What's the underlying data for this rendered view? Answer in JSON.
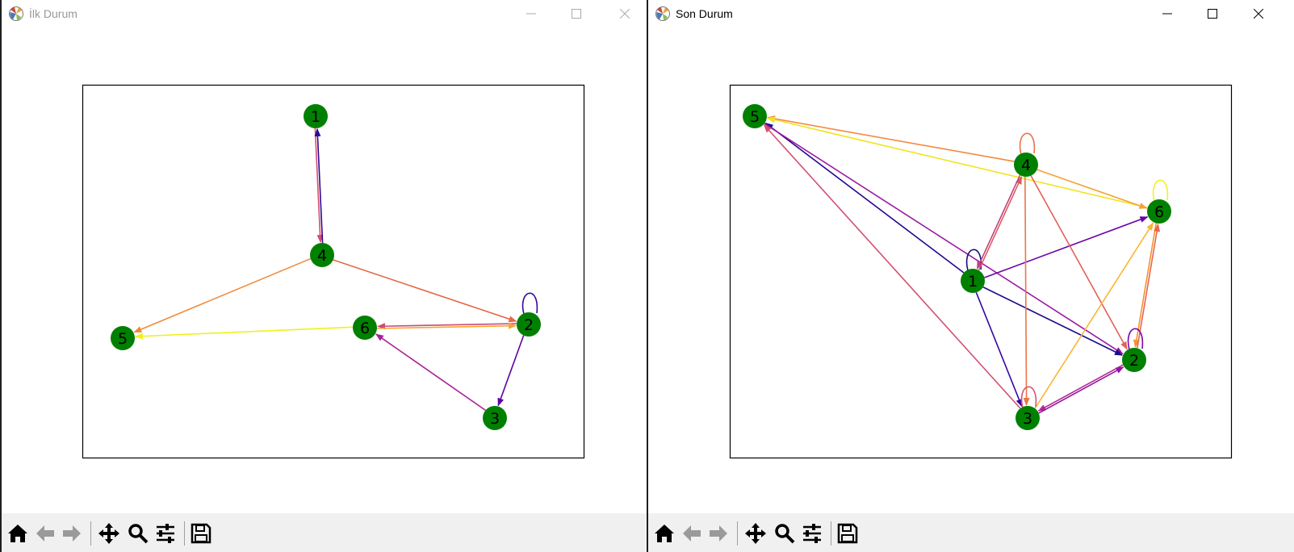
{
  "windows": {
    "left": {
      "title": "İlk Durum"
    },
    "right": {
      "title": "Son Durum"
    }
  },
  "icons": {
    "app": "matplotlib-figure-icon",
    "minimize": "minimize-icon",
    "maximize": "maximize-icon",
    "close": "close-icon",
    "toolbar": [
      "home-icon",
      "back-arrow-icon",
      "forward-arrow-icon",
      "pan-move-icon",
      "zoom-magnifier-icon",
      "configure-subplots-icon",
      "save-floppy-icon"
    ]
  },
  "colors": {
    "node_fill": "#008000",
    "edge_colormap": "plasma",
    "toolbar_bg": "#f0f0f0"
  },
  "diagrams": {
    "left": {
      "nodes": [
        "1",
        "2",
        "3",
        "4",
        "5",
        "6"
      ],
      "edges": [
        {
          "from": "1",
          "to": "4",
          "color": "#d44f70"
        },
        {
          "from": "4",
          "to": "1",
          "color": "#2d0a94"
        },
        {
          "from": "4",
          "to": "5",
          "color": "#f08a3a"
        },
        {
          "from": "4",
          "to": "2",
          "color": "#e4694a"
        },
        {
          "from": "6",
          "to": "5",
          "color": "#eef21c"
        },
        {
          "from": "2",
          "to": "6",
          "color": "#cc4b76"
        },
        {
          "from": "6",
          "to": "2",
          "color": "#f9a431"
        },
        {
          "from": "2",
          "to": "2",
          "color": "#3c049b"
        },
        {
          "from": "2",
          "to": "3",
          "color": "#5b02a3"
        },
        {
          "from": "3",
          "to": "6",
          "color": "#a82297"
        }
      ]
    },
    "right": {
      "nodes": [
        "1",
        "2",
        "3",
        "4",
        "5",
        "6"
      ],
      "edges": [
        {
          "from": "4",
          "to": "5",
          "color": "#f48a40"
        },
        {
          "from": "6",
          "to": "5",
          "color": "#f0e41f"
        },
        {
          "from": "4",
          "to": "6",
          "color": "#f8a035"
        },
        {
          "from": "4",
          "to": "4",
          "color": "#e8714c"
        },
        {
          "from": "6",
          "to": "6",
          "color": "#f2f025"
        },
        {
          "from": "1",
          "to": "5",
          "color": "#25068f"
        },
        {
          "from": "5",
          "to": "2",
          "color": "#9a1aa0"
        },
        {
          "from": "3",
          "to": "5",
          "color": "#d44f70"
        },
        {
          "from": "1",
          "to": "1",
          "color": "#1a0c86"
        },
        {
          "from": "1",
          "to": "4",
          "color": "#dd5a63"
        },
        {
          "from": "4",
          "to": "1",
          "color": "#c1407f"
        },
        {
          "from": "1",
          "to": "6",
          "color": "#6a00a8"
        },
        {
          "from": "1",
          "to": "2",
          "color": "#1d0b8a"
        },
        {
          "from": "1",
          "to": "3",
          "color": "#3505a0"
        },
        {
          "from": "4",
          "to": "3",
          "color": "#ea7646"
        },
        {
          "from": "4",
          "to": "2",
          "color": "#e0615b"
        },
        {
          "from": "3",
          "to": "6",
          "color": "#fbb533"
        },
        {
          "from": "6",
          "to": "2",
          "color": "#f5922f"
        },
        {
          "from": "2",
          "to": "6",
          "color": "#e96550"
        },
        {
          "from": "2",
          "to": "2",
          "color": "#7a05a8"
        },
        {
          "from": "3",
          "to": "3",
          "color": "#d8547a"
        },
        {
          "from": "2",
          "to": "3",
          "color": "#b12a90"
        },
        {
          "from": "3",
          "to": "2",
          "color": "#9314a6"
        }
      ]
    }
  }
}
